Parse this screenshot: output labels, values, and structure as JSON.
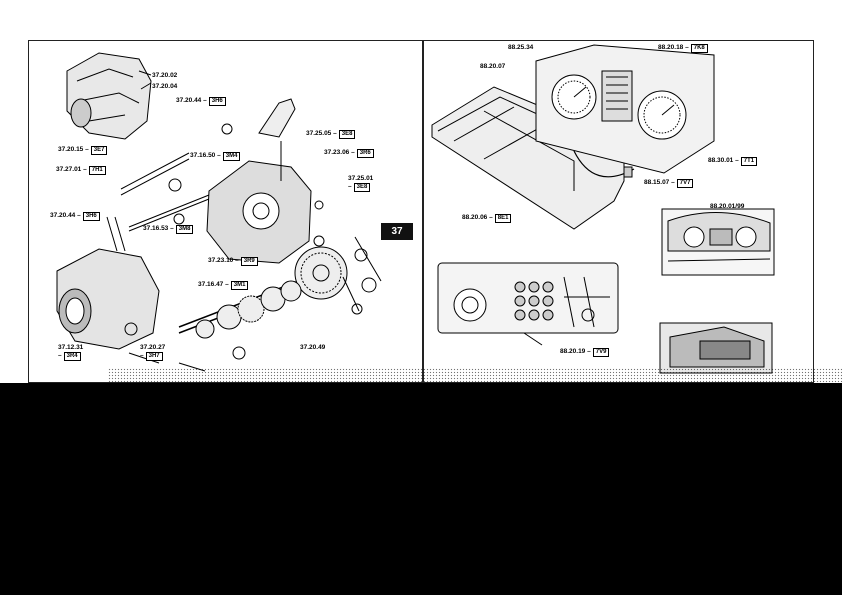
{
  "section_number": "37",
  "left_panel": {
    "callouts": [
      {
        "ref": "37.20.02",
        "code": ""
      },
      {
        "ref": "37.20.04",
        "code": ""
      },
      {
        "ref": "37.20.44",
        "code": "3H6"
      },
      {
        "ref": "37.25.05",
        "code": "3E8"
      },
      {
        "ref": "37.23.06",
        "code": "3R6"
      },
      {
        "ref": "37.20.15",
        "code": "3E7"
      },
      {
        "ref": "37.16.50",
        "code": "3M4"
      },
      {
        "ref": "37.27.01",
        "code": "7H1"
      },
      {
        "ref": "37.25.01",
        "code": "3E8"
      },
      {
        "ref": "37.20.44",
        "code": "3H6"
      },
      {
        "ref": "37.16.53",
        "code": "3M8"
      },
      {
        "ref": "37.23.10",
        "code": "3R9"
      },
      {
        "ref": "37.16.47",
        "code": "3M1"
      },
      {
        "ref": "37.20.49",
        "code": ""
      },
      {
        "ref": "37.12.31",
        "code": "3R4"
      },
      {
        "ref": "37.20.27",
        "code": "3H7"
      }
    ]
  },
  "right_panel": {
    "callouts": [
      {
        "ref": "88.25.34",
        "code": ""
      },
      {
        "ref": "88.20.18",
        "code": "7K8"
      },
      {
        "ref": "88.20.07",
        "code": ""
      },
      {
        "ref": "88.30.01",
        "code": "7T1"
      },
      {
        "ref": "88.15.07",
        "code": "7V7"
      },
      {
        "ref": "88.20.06",
        "code": "8E1"
      },
      {
        "ref": "88.20.01/99",
        "code": ""
      },
      {
        "ref": "88.20.19",
        "code": "7V9"
      }
    ]
  }
}
